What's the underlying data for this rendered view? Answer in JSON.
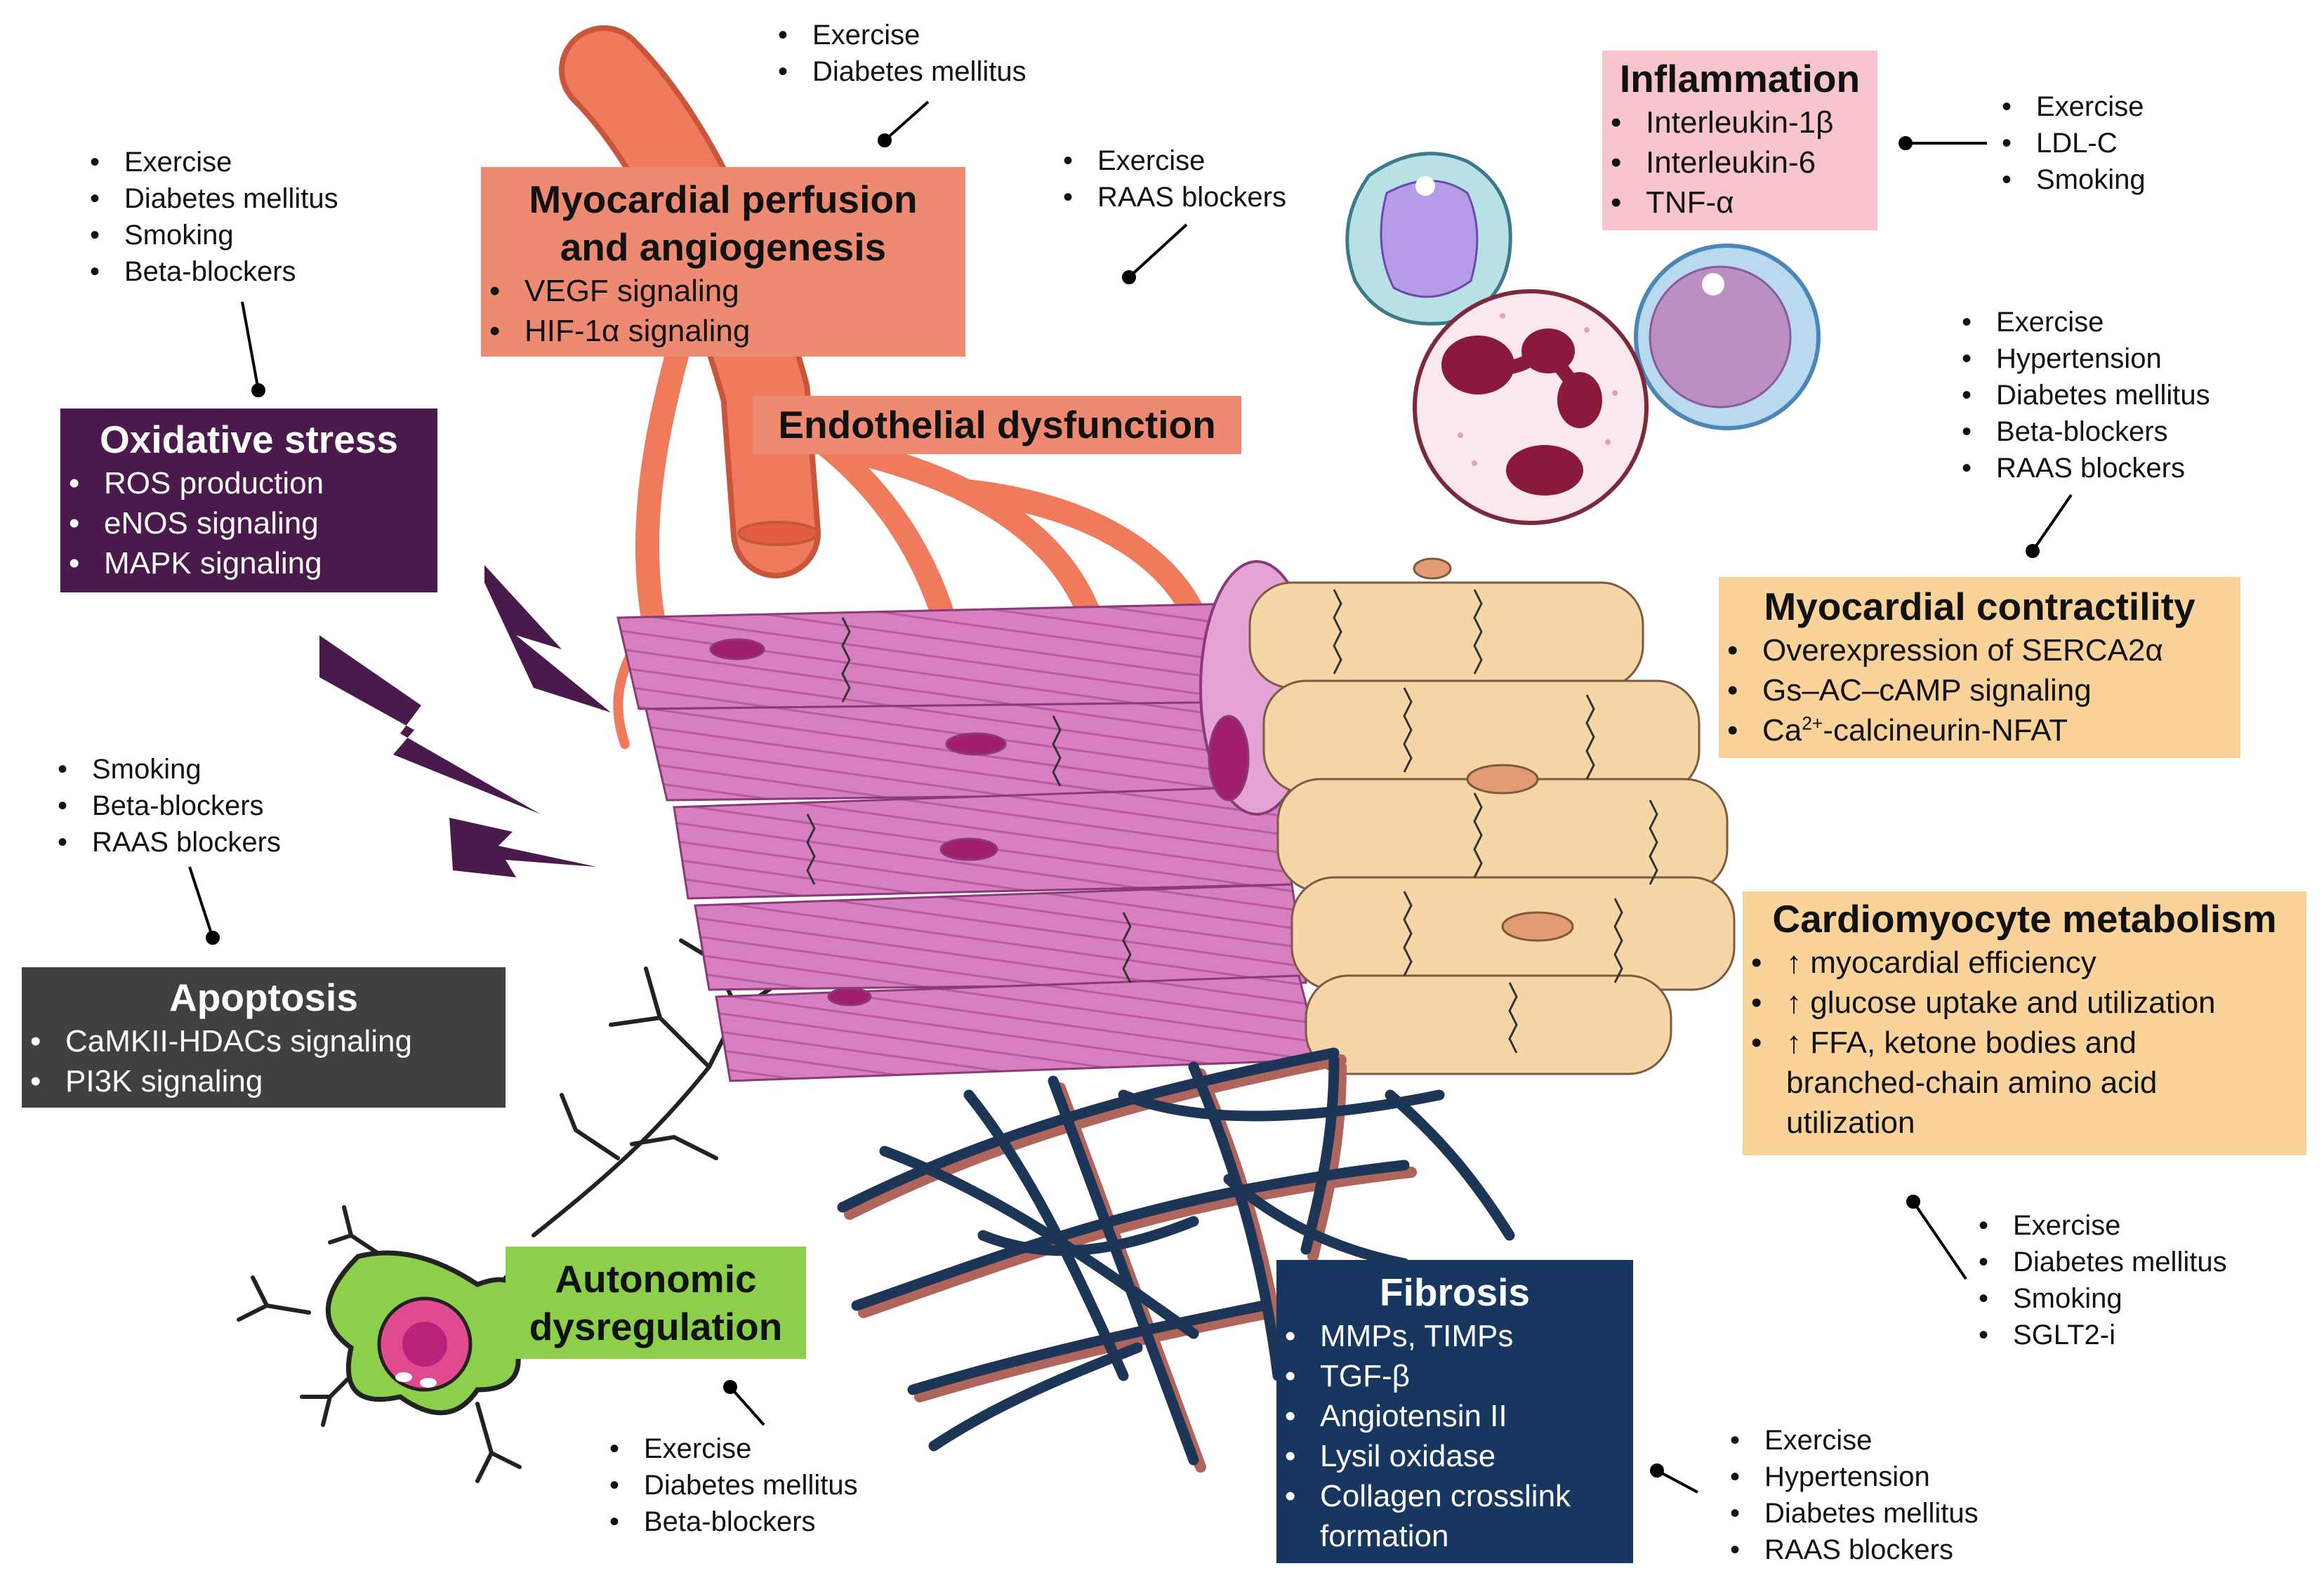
{
  "colors": {
    "purple": "#4a1a4c",
    "salmon": "#ef8a72",
    "pink_box": "#f7c5cb",
    "peach": "#f9d39a",
    "gray": "#404040",
    "navy": "#173761",
    "green": "#8ccf4a",
    "vessel": "#ef7a5c",
    "muscle_pink": "#d77fc1",
    "muscle_peach": "#f6d6a6",
    "mesh": "#1d3556"
  },
  "boxes": {
    "oxidative": {
      "title": "Oxidative stress",
      "items": [
        "ROS production",
        "eNOS signaling",
        "MAPK signaling"
      ]
    },
    "perfusion": {
      "title_line1": "Myocardial perfusion",
      "title_line2": "and angiogenesis",
      "items": [
        "VEGF signaling",
        "HIF-1α signaling"
      ]
    },
    "endothelial": {
      "title": "Endothelial dysfunction"
    },
    "inflammation": {
      "title": "Inflammation",
      "items": [
        "Interleukin-1β",
        "Interleukin-6",
        "TNF-α"
      ]
    },
    "contractility": {
      "title": "Myocardial contractility",
      "items": [
        "Overexpression of SERCA2α",
        "Gs–AC–cAMP signaling",
        "calcineurin-NFAT"
      ],
      "ca_prefix": "Ca",
      "ca_sup": "2+",
      "ca_dash": "-"
    },
    "metabolism": {
      "title": "Cardiomyocyte metabolism",
      "items": [
        "↑ myocardial efficiency",
        "↑ glucose uptake and utilization",
        "↑ FFA, ketone bodies and",
        "branched-chain amino acid",
        "utilization"
      ]
    },
    "apoptosis": {
      "title": "Apoptosis",
      "items": [
        "CaMKII-HDACs signaling",
        "PI3K signaling"
      ]
    },
    "autonomic": {
      "title_line1": "Autonomic",
      "title_line2": "dysregulation"
    },
    "fibrosis": {
      "title": "Fibrosis",
      "items": [
        "MMPs, TIMPs",
        "TGF-β",
        "Angiotensin II",
        "Lysil oxidase",
        "Collagen crosslink",
        "formation"
      ]
    }
  },
  "factors": {
    "oxidative": [
      "Exercise",
      "Diabetes mellitus",
      "Smoking",
      "Beta-blockers"
    ],
    "perfusion": [
      "Exercise",
      "Diabetes mellitus"
    ],
    "endothelial": [
      "Exercise",
      "RAAS blockers"
    ],
    "inflammation": [
      "Exercise",
      "LDL-C",
      "Smoking"
    ],
    "contractility": [
      "Exercise",
      "Hypertension",
      "Diabetes mellitus",
      "Beta-blockers",
      "RAAS blockers"
    ],
    "apoptosis": [
      "Smoking",
      "Beta-blockers",
      "RAAS blockers"
    ],
    "metabolism": [
      "Exercise",
      "Diabetes mellitus",
      "Smoking",
      "SGLT2-i"
    ],
    "autonomic": [
      "Exercise",
      "Diabetes mellitus",
      "Beta-blockers"
    ],
    "fibrosis": [
      "Exercise",
      "Hypertension",
      "Diabetes mellitus",
      "RAAS blockers"
    ]
  }
}
